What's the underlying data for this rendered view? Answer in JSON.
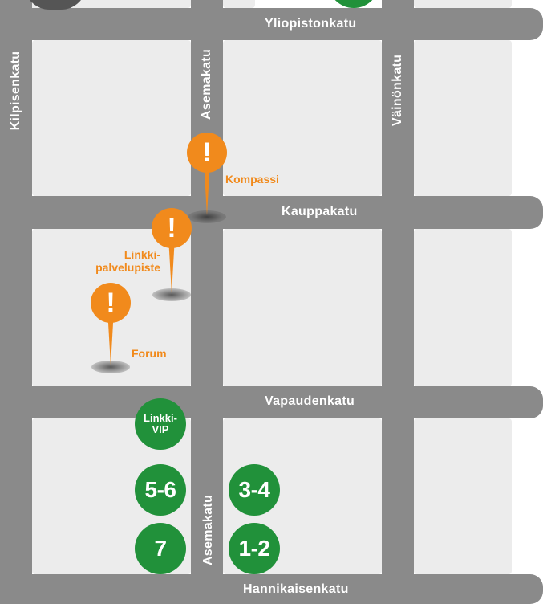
{
  "streets": {
    "yliopistonkatu": "Yliopistonkatu",
    "kauppakatu": "Kauppakatu",
    "vapaudenkatu": "Vapaudenkatu",
    "hannikaisenkatu": "Hannikaisenkatu",
    "kilpisenkatu": "Kilpisenkatu",
    "asemakatu_north": "Asemakatu",
    "asemakatu_south": "Asemakatu",
    "vainonkatu": "Väinönkatu"
  },
  "pins": {
    "kompassi": {
      "symbol": "!",
      "label": "Kompassi"
    },
    "linkki_palvelupiste": {
      "symbol": "!",
      "label_line1": "Linkki-",
      "label_line2": "palvelupiste"
    },
    "forum": {
      "symbol": "!",
      "label": "Forum"
    }
  },
  "stops": {
    "linkki_vip": {
      "line1": "Linkki-",
      "line2": "VIP"
    },
    "stop_5_6": "5-6",
    "stop_7": "7",
    "stop_3_4": "3-4",
    "stop_1_2": "1-2"
  },
  "colors": {
    "road": "#8a8a8a",
    "block": "#ececec",
    "pin": "#f18a1c",
    "stop": "#21913a"
  }
}
